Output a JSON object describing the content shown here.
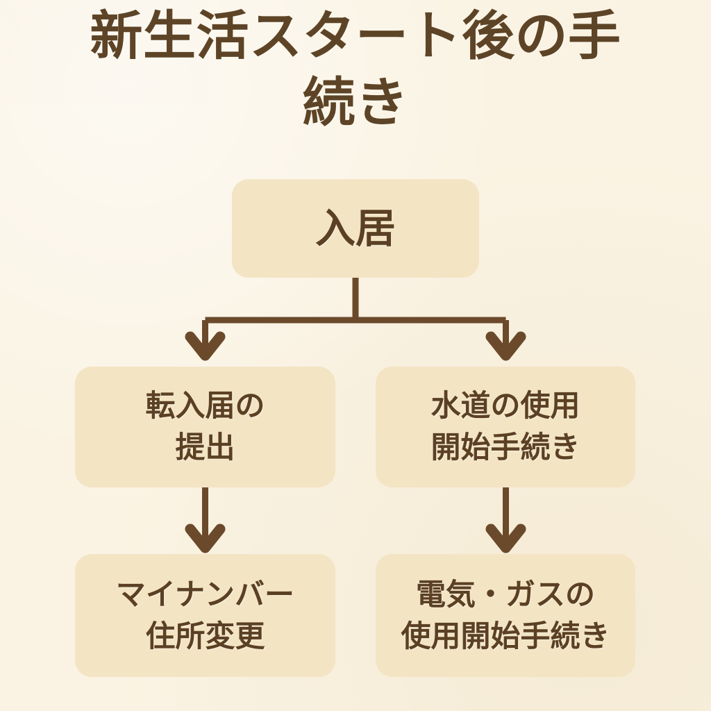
{
  "page": {
    "title": "新生活スタート後の手続き",
    "title_lines": "新生活スタート後の手\n続き",
    "background_color": "#faf3e3",
    "box_fill_color": "#f3e4c4",
    "text_color": "#5b4023",
    "title_color": "#5e4426",
    "connector_color": "#6b4a2b"
  },
  "diagram": {
    "type": "flowchart",
    "orientation": "top-down",
    "nodes": [
      {
        "id": "root",
        "label": "入居",
        "label_lines": "入居"
      },
      {
        "id": "moving-notice",
        "label": "転入届の提出",
        "label_lines": "転入届の\n提出"
      },
      {
        "id": "water",
        "label": "水道の使用開始手続き",
        "label_lines": "水道の使用\n開始手続き"
      },
      {
        "id": "mynumber",
        "label": "マイナンバー住所変更",
        "label_lines": "マイナンバー\n住所変更"
      },
      {
        "id": "gas",
        "label": "電気・ガスの使用開始手続き",
        "label_lines": "電気・ガスの\n使用開始手続き"
      }
    ],
    "edges": [
      {
        "from": "root",
        "to": "moving-notice",
        "style": "elbow-arrow"
      },
      {
        "from": "root",
        "to": "water",
        "style": "elbow-arrow"
      },
      {
        "from": "moving-notice",
        "to": "mynumber",
        "style": "straight-arrow"
      },
      {
        "from": "water",
        "to": "gas",
        "style": "straight-arrow"
      }
    ]
  }
}
